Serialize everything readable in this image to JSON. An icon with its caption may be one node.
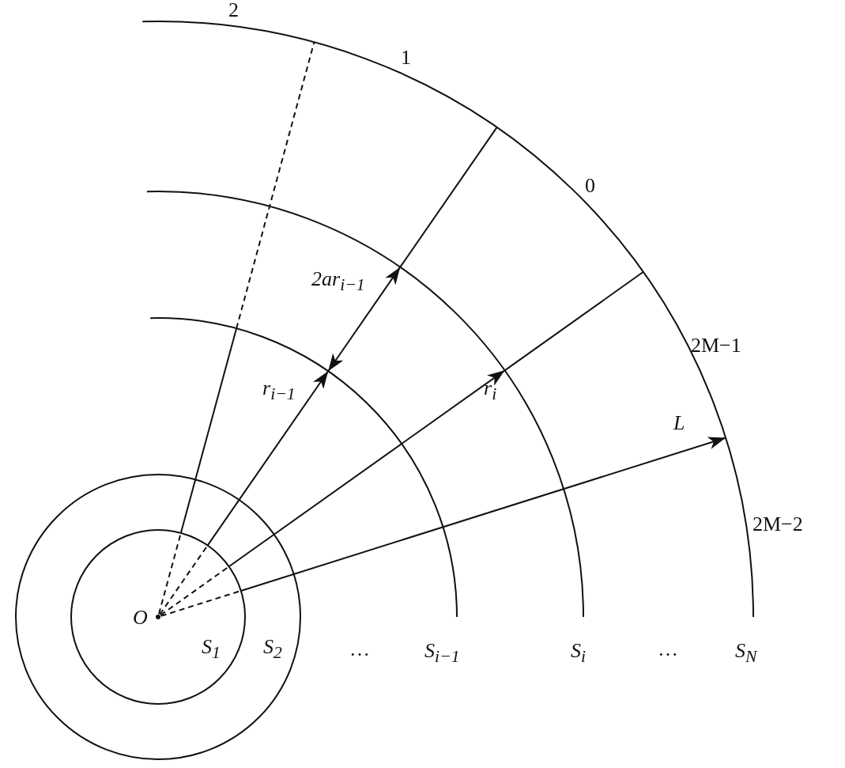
{
  "diagram": {
    "labels": [
      "2",
      "1",
      "0",
      "2ar$_{i−1}$",
      "2M−1",
      "r$_{i−1}$",
      "r$_{i}$",
      "L",
      "2M−2",
      "O",
      "S$_{1}$",
      "S$_{2}$",
      "…",
      "S$_{i−1}$",
      "S$_{i}$",
      "…",
      "S$_{N}$"
    ]
  }
}
